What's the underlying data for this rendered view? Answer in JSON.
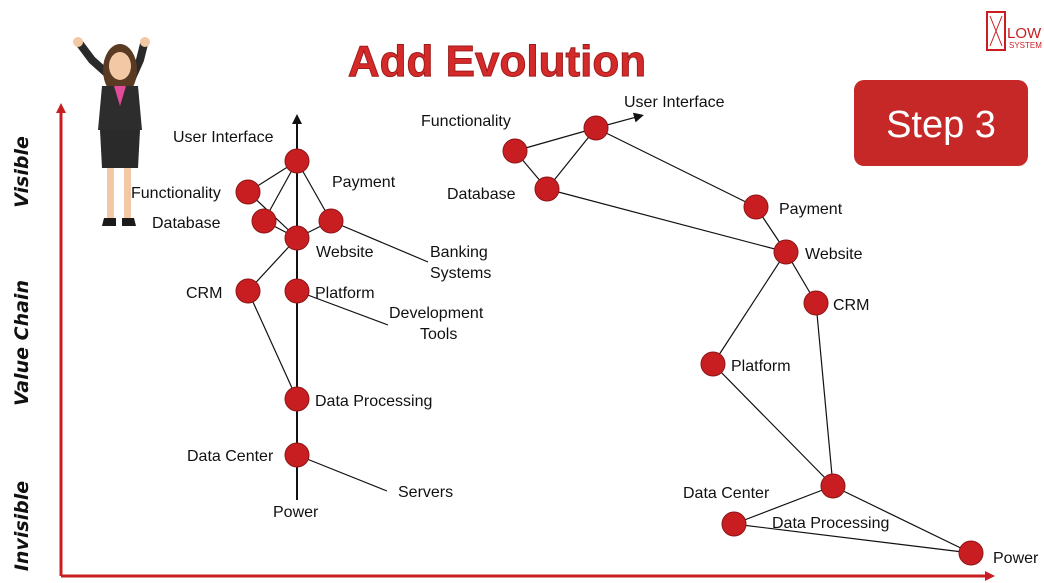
{
  "title": "Add Evolution",
  "step_badge": "Step 3",
  "logo": {
    "text": "LOW",
    "sub": "SYSTEM",
    "accent": "#c81e22"
  },
  "axis": {
    "visible": "Visible",
    "value_chain": "Value Chain",
    "invisible": "Invisible"
  },
  "colors": {
    "node": "#c81e22",
    "axis": "#c81e22",
    "title": "#d42a2a",
    "badge": "#c62828"
  },
  "left_map": {
    "user_interface": "User Interface",
    "functionality": "Functionality",
    "database": "Database",
    "payment": "Payment",
    "website": "Website",
    "banking_systems_1": "Banking",
    "banking_systems_2": "Systems",
    "crm": "CRM",
    "platform": "Platform",
    "development_tools_1": "Development",
    "development_tools_2": "Tools",
    "data_processing": "Data Processing",
    "data_center": "Data Center",
    "servers": "Servers",
    "power": "Power"
  },
  "right_map": {
    "functionality": "Functionality",
    "user_interface": "User Interface",
    "database": "Database",
    "payment": "Payment",
    "website": "Website",
    "crm": "CRM",
    "platform": "Platform",
    "data_center": "Data Center",
    "data_processing": "Data Processing",
    "power": "Power"
  }
}
